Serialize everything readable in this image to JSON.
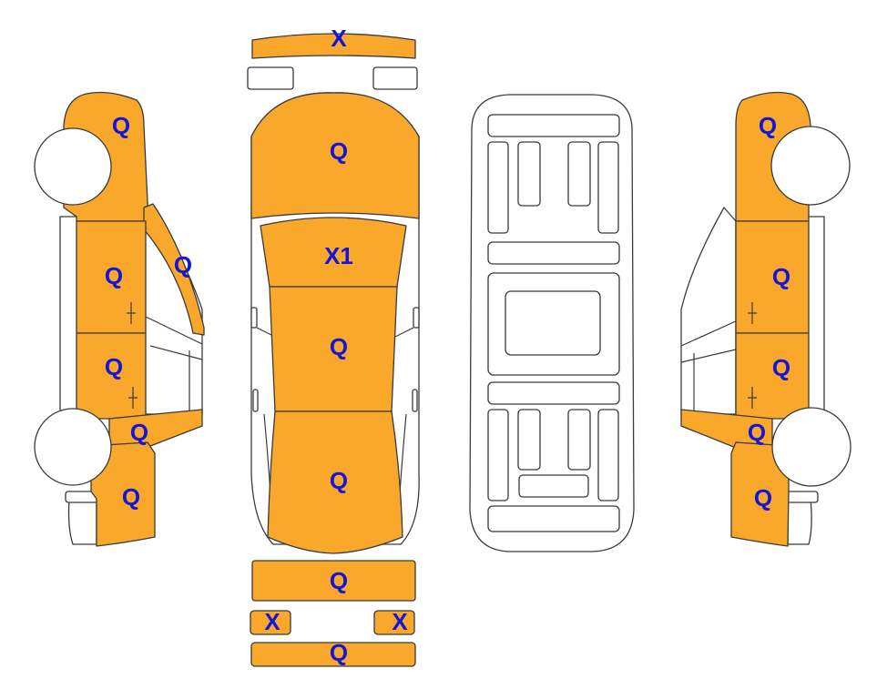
{
  "colors": {
    "damaged": "#F9A82B",
    "undamaged": "#FFFFFF",
    "outline": "#3A3A3A",
    "label": "#1515D8"
  },
  "labels": {
    "front_bumper": "X",
    "hood": "Q",
    "windshield": "X1",
    "roof": "Q",
    "trunk_lid": "Q",
    "rear_panel": "Q",
    "rear_lamp_left": "X",
    "rear_lamp_right": "X",
    "rear_bumper": "Q",
    "left_front_fender": "Q",
    "left_a_pillar": "Q",
    "left_front_door": "Q",
    "left_rear_door": "Q",
    "left_sill": "Q",
    "left_rear_quarter": "Q",
    "right_front_fender": "Q",
    "right_front_door": "Q",
    "right_rear_door": "Q",
    "right_sill": "Q",
    "right_rear_quarter": "Q"
  }
}
